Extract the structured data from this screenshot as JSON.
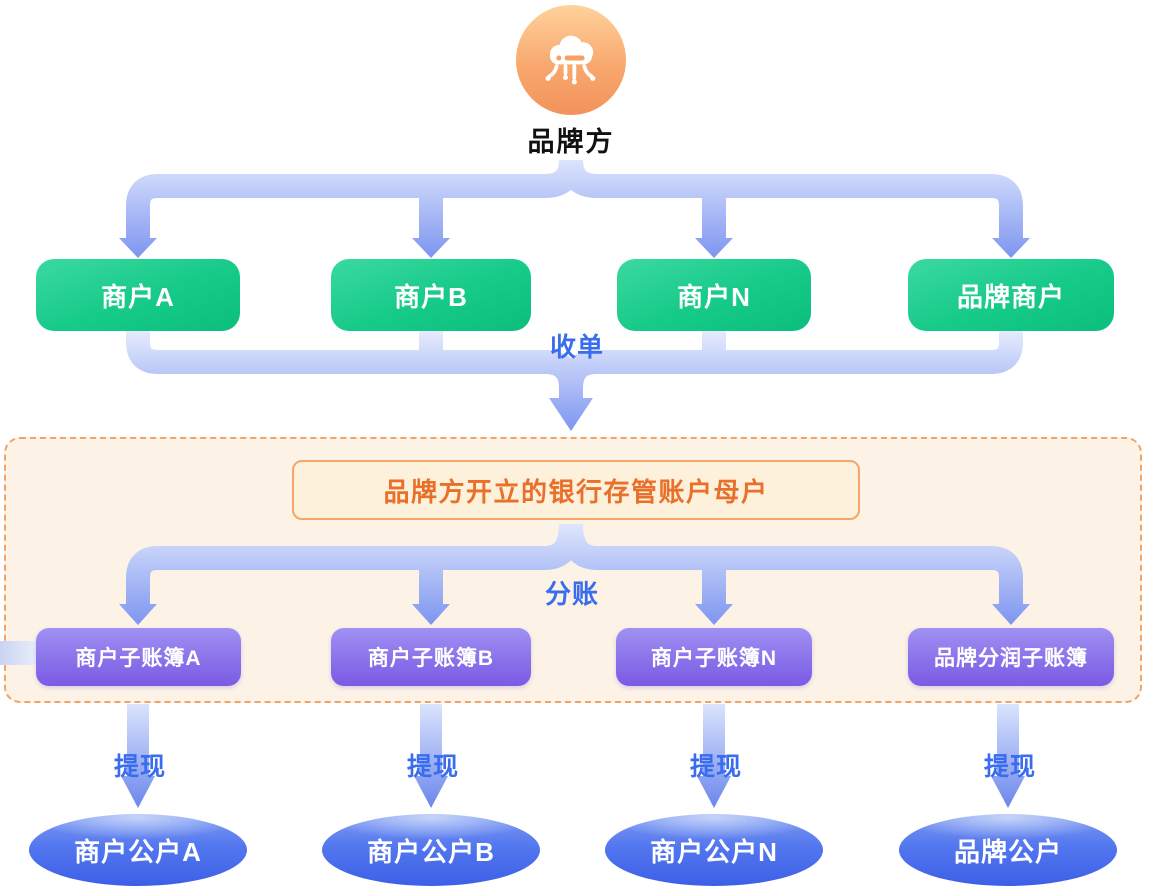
{
  "brand": {
    "label": "品牌方",
    "icon": "cloud-brand-icon"
  },
  "labels": {
    "acquiring": "收单",
    "split": "分账",
    "withdraw": "提现"
  },
  "merchants": [
    "商户A",
    "商户B",
    "商户N",
    "品牌商户"
  ],
  "custody": {
    "parent_account": "品牌方开立的银行存管账户母户"
  },
  "ledgers": [
    "商户子账簿A",
    "商户子账簿B",
    "商户子账簿N",
    "品牌分润子账簿"
  ],
  "corporate_accounts": [
    "商户公户A",
    "商户公户B",
    "商户公户N",
    "品牌公户"
  ],
  "colors": {
    "icon_circle_top": "#FFD29C",
    "icon_circle_bottom": "#F2935B",
    "merchant_green_top": "#3BD9A0",
    "merchant_green_bottom": "#0CBE7D",
    "ledger_purple_top": "#A091F2",
    "ledger_purple_bottom": "#7A5BE4",
    "ellipse_blue_top": "#7E9AF3",
    "ellipse_blue_bottom": "#3C5FE8",
    "connector_light": "#E6ECFD",
    "connector_deep": "#7D95F0",
    "flow_label_blue": "#3A6CF0",
    "custody_bg": "#FCF2E6",
    "custody_border": "#F2A368",
    "custody_text": "#E8702A"
  }
}
